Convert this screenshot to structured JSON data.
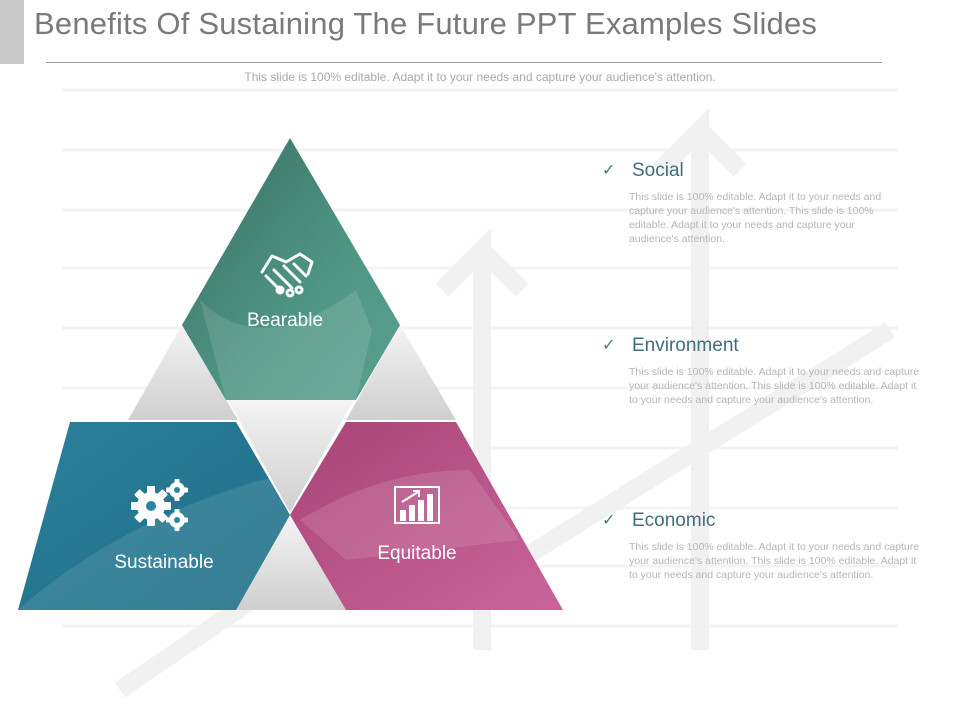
{
  "slide": {
    "title": "Benefits Of Sustaining The Future PPT Examples Slides",
    "subtitle": "This slide is 100% editable. Adapt it to your needs and capture your audience's attention."
  },
  "pyramid": {
    "top": {
      "label": "Bearable",
      "icon": "handshake-icon",
      "color": "#4a8f7e"
    },
    "left": {
      "label": "Sustainable",
      "icon": "gears-icon",
      "color": "#2a86a3"
    },
    "right": {
      "label": "Equitable",
      "icon": "growth-chart-icon",
      "color": "#c0548a"
    }
  },
  "items": [
    {
      "title": "Social",
      "text": "This slide is 100% editable. Adapt it to your needs and capture your audience's attention. This slide is 100% editable. Adapt it to your needs and capture your audience's attention."
    },
    {
      "title": "Environment",
      "text": "This slide is 100% editable. Adapt it to your needs and capture your audience's attention. This slide is 100% editable. Adapt it to your needs and capture your audience's attention."
    },
    {
      "title": "Economic",
      "text": "This slide is 100% editable. Adapt it to your needs and capture your audience's attention. This slide is 100% editable. Adapt it to your needs and capture your audience's attention."
    }
  ]
}
